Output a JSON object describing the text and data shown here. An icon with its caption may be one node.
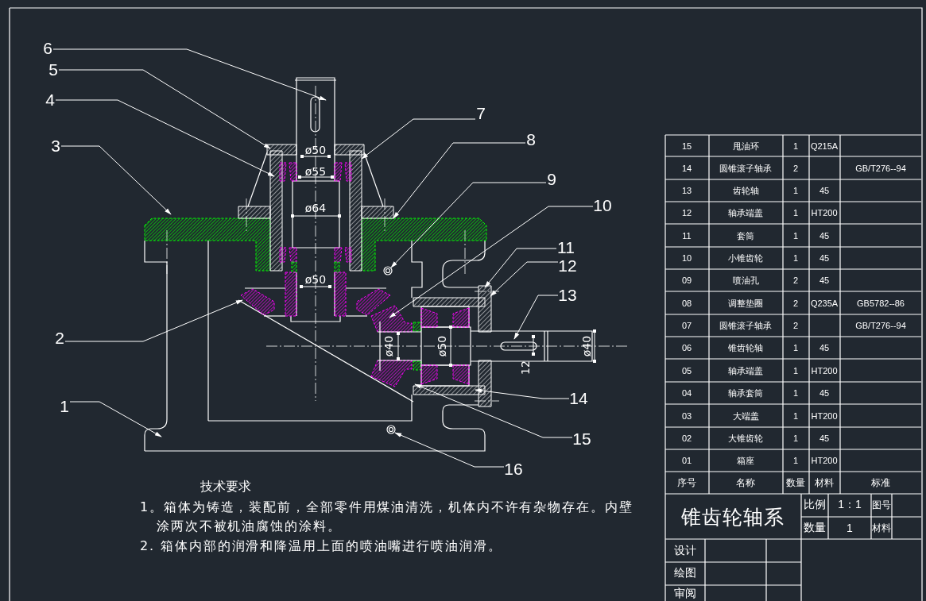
{
  "diagram": {
    "title": "锥齿轮轴系",
    "nodes": [
      {
        "text": [
          "1"
        ]
      },
      {
        "text": [
          "2"
        ]
      },
      {
        "text": [
          "3"
        ]
      },
      {
        "text": [
          "4"
        ]
      },
      {
        "text": [
          "5"
        ]
      },
      {
        "text": [
          "6"
        ]
      },
      {
        "text": [
          "7"
        ]
      },
      {
        "text": [
          "8"
        ]
      },
      {
        "text": [
          "9"
        ]
      },
      {
        "text": [
          "10"
        ]
      },
      {
        "text": [
          "11"
        ]
      },
      {
        "text": [
          "12"
        ]
      },
      {
        "text": [
          "13"
        ]
      },
      {
        "text": [
          "14"
        ]
      },
      {
        "text": [
          "15"
        ]
      },
      {
        "text": [
          "16"
        ]
      }
    ],
    "edges": [
      {
        "from": 0,
        "to": null,
        "arrow": "to"
      },
      {
        "from": 1,
        "to": null,
        "arrow": "to"
      },
      {
        "from": 2,
        "to": null,
        "arrow": "to"
      },
      {
        "from": 3,
        "to": null,
        "arrow": "to"
      },
      {
        "from": 4,
        "to": null,
        "arrow": "to"
      },
      {
        "from": 5,
        "to": null,
        "arrow": "to"
      },
      {
        "from": 6,
        "to": null,
        "arrow": "to"
      },
      {
        "from": 7,
        "to": null,
        "arrow": "to"
      },
      {
        "from": 8,
        "to": null,
        "arrow": "to"
      },
      {
        "from": 9,
        "to": null,
        "arrow": "to"
      },
      {
        "from": 10,
        "to": null,
        "arrow": "to"
      },
      {
        "from": 11,
        "to": null,
        "arrow": "to"
      },
      {
        "from": 12,
        "to": null,
        "arrow": "to"
      },
      {
        "from": 13,
        "to": null,
        "arrow": "to"
      },
      {
        "from": 14,
        "to": null,
        "arrow": "to"
      },
      {
        "from": 15,
        "to": null,
        "arrow": "to"
      }
    ],
    "labels": [
      "ø50",
      "ø55",
      "ø64",
      "ø50",
      "ø40",
      "ø50",
      "ø40",
      "12",
      "15",
      "甩油环",
      "1",
      "Q215A",
      "14",
      "圆锥滚子轴承",
      "2",
      "GB/T276--94",
      "13",
      "齿轮轴",
      "1",
      "45",
      "12",
      "轴承端盖",
      "1",
      "HT200",
      "11",
      "套筒",
      "1",
      "45",
      "10",
      "小锥齿轮",
      "1",
      "45",
      "09",
      "喷油孔",
      "2",
      "45",
      "08",
      "调整垫圈",
      "2",
      "Q235A",
      "GB5782--86",
      "07",
      "圆锥滚子轴承",
      "2",
      "GB/T276--94",
      "06",
      "锥齿轮轴",
      "1",
      "45",
      "05",
      "轴承端盖",
      "1",
      "HT200",
      "04",
      "轴承套筒",
      "1",
      "45",
      "03",
      "大端盖",
      "1",
      "HT200",
      "02",
      "大锥齿轮",
      "1",
      "45",
      "01",
      "箱座",
      "1",
      "HT200",
      "序号",
      "名称",
      "数量",
      "材料",
      "标准",
      "比例",
      "1：1",
      "图号",
      "数量",
      "1",
      "材料",
      "设计",
      "绘图",
      "审阅",
      "技术要求",
      "1。箱体为铸造，装配前，全部零件用煤油清洗，机体内不许有杂物存在。内壁涂两次不被机油腐蚀的涂料。",
      "2. 箱体内部的润滑和降温用上面的喷油嘴进行喷油润滑。"
    ]
  }
}
